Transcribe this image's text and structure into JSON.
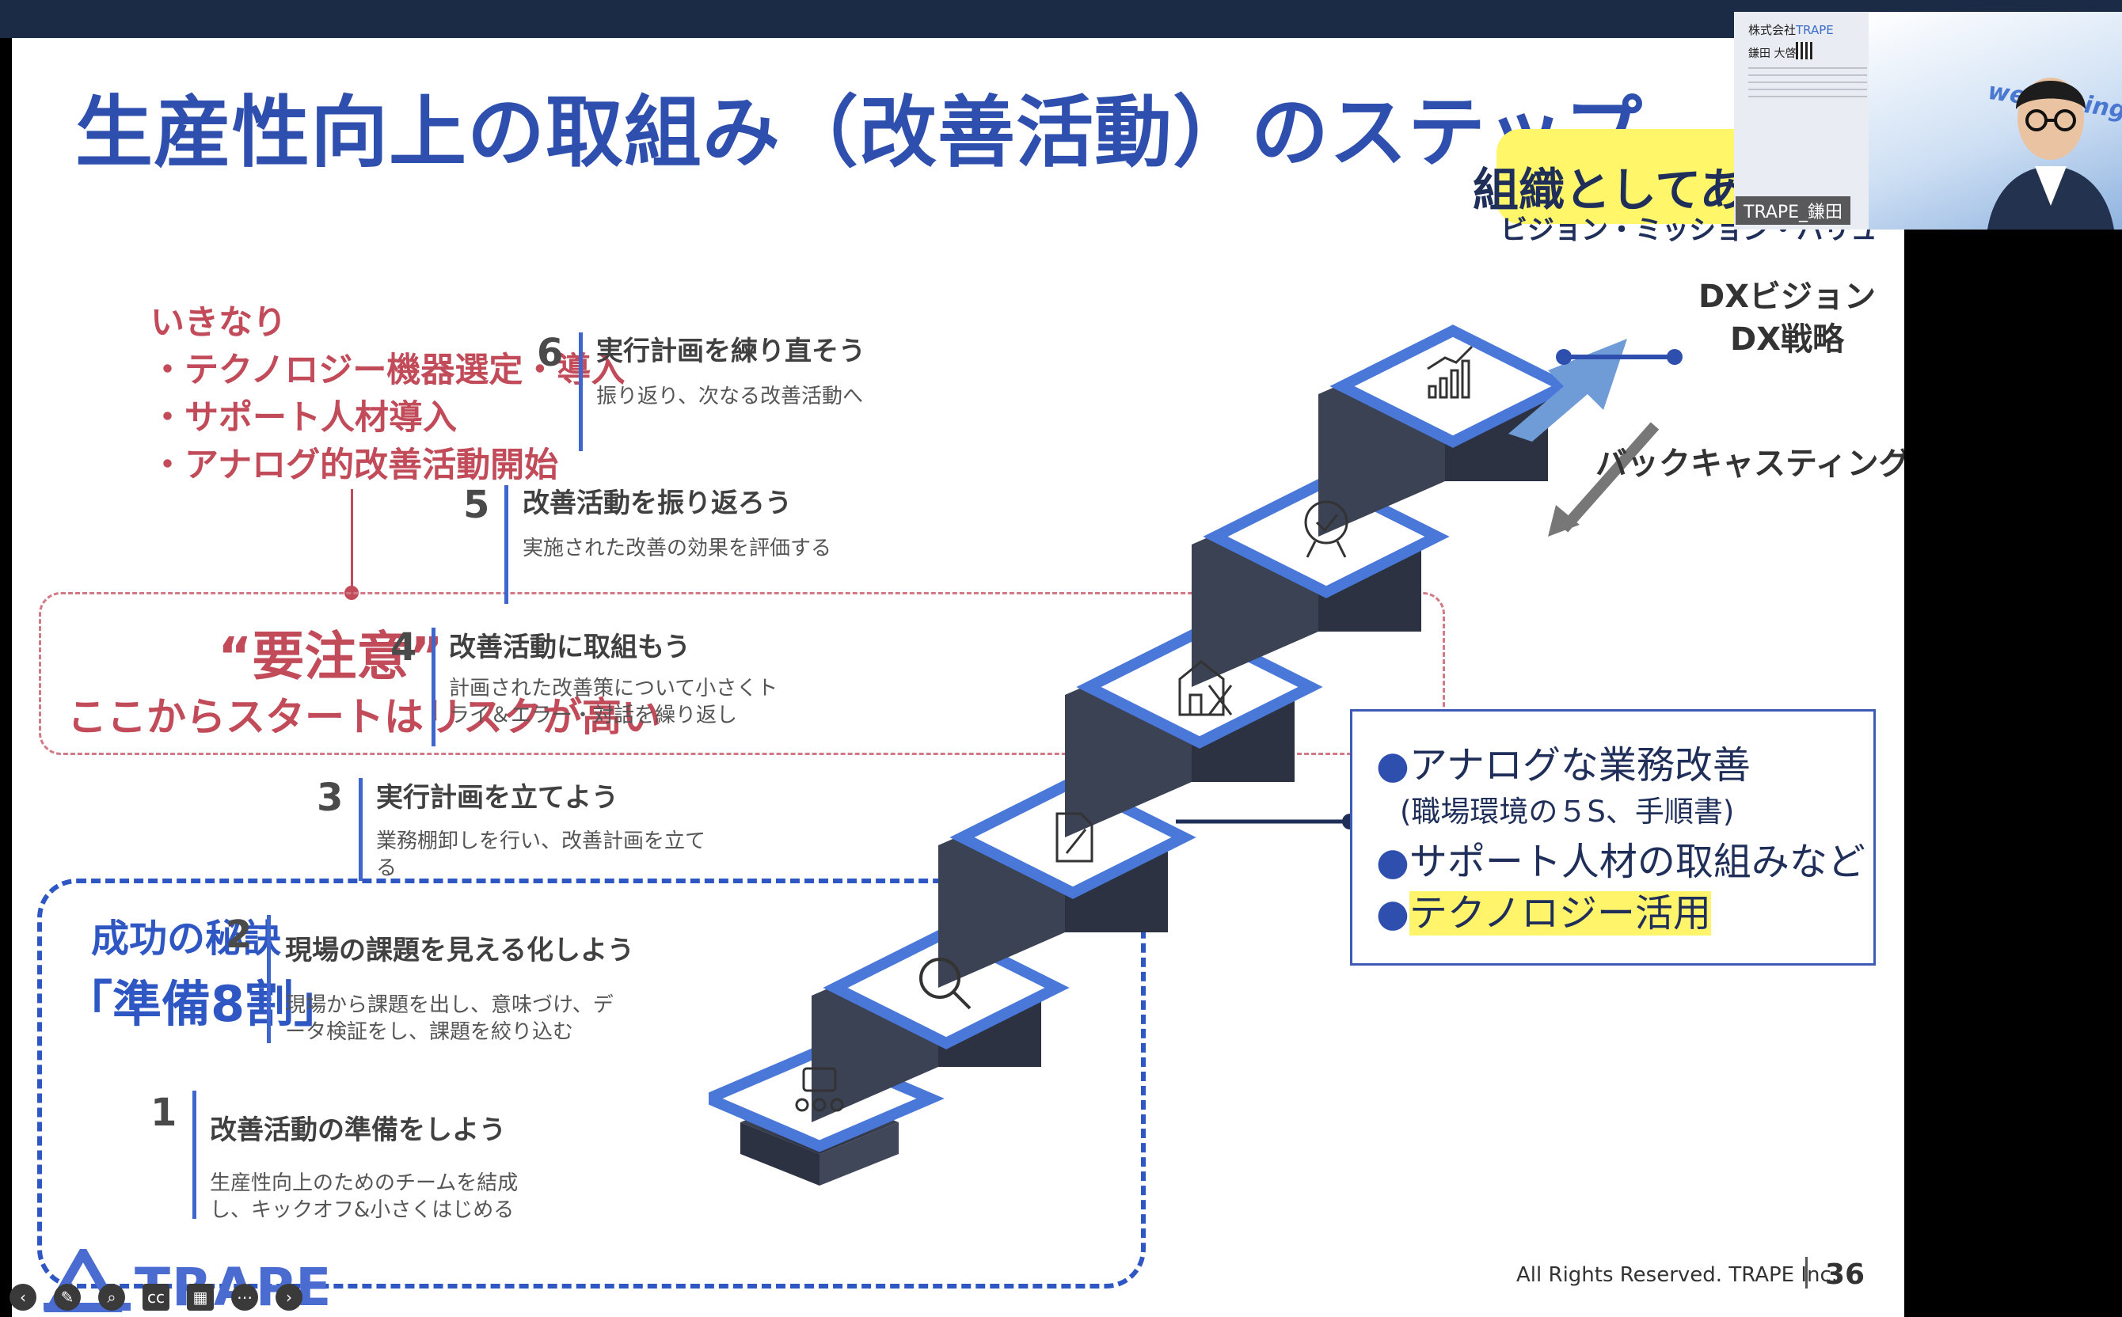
{
  "slide": {
    "title": "生産性向上の取組み（改善活動）のステップ",
    "warning": {
      "heading": "いきなり",
      "items": [
        "・テクノロジー機器選定・導入",
        "・サポート人材導入",
        "・アナログ的改善活動開始"
      ],
      "caution_title": "“要注意”",
      "caution_sub": "ここからスタートはリスクが高い"
    },
    "secret": {
      "label": "成功の秘訣",
      "value": "「準備8割」"
    },
    "steps": [
      {
        "num": "1",
        "title": "改善活動の準備をしよう",
        "desc": "生産性向上のためのチームを結成し、キックオフ&小さくはじめる",
        "icon": "team-code-icon"
      },
      {
        "num": "2",
        "title": "現場の課題を見える化しよう",
        "desc": "現場から課題を出し、意味づけ、データ検証をし、課題を絞り込む",
        "icon": "magnifier-icon"
      },
      {
        "num": "3",
        "title": "実行計画を立てよう",
        "desc": "業務棚卸しを行い、改善計画を立てる",
        "icon": "document-pen-icon"
      },
      {
        "num": "4",
        "title": "改善活動に取組もう",
        "desc": "計画された改善策について小さくトライ＆エラー・対話を繰り返し",
        "icon": "building-icon"
      },
      {
        "num": "5",
        "title": "改善活動を振り返ろう",
        "desc": "実施された改善の効果を評価する",
        "icon": "award-icon"
      },
      {
        "num": "6",
        "title": "実行計画を練り直そう",
        "desc": "振り返り、次なる改善活動へ",
        "icon": "growth-chart-icon"
      }
    ],
    "goal": {
      "main": "組織としてあり",
      "sub": "ビジョン・ミッション・バリュ"
    },
    "dx": [
      "DXビジョン",
      "DX戦略"
    ],
    "backcasting": "バックキャスティング",
    "info": {
      "line1": "アナログな業務改善",
      "line2": "(職場環境の５S、手順書)",
      "line3": "サポート人材の取組みなど",
      "line4": "テクノロジー活用"
    },
    "logo": "TRAPE",
    "copyright": "All Rights Reserved. TRAPE Inc.",
    "page": "36"
  },
  "video": {
    "company": "株式会社",
    "company_brand": "TRAPE",
    "person": "鎌田 大啓",
    "banner": "well-being",
    "participant_name": "TRAPE_鎌田"
  },
  "colors": {
    "brand_blue": "#2e4fae",
    "warning_red": "#c24b5a",
    "stair_dark": "#3b4254",
    "stair_accent": "#4a78d9"
  }
}
